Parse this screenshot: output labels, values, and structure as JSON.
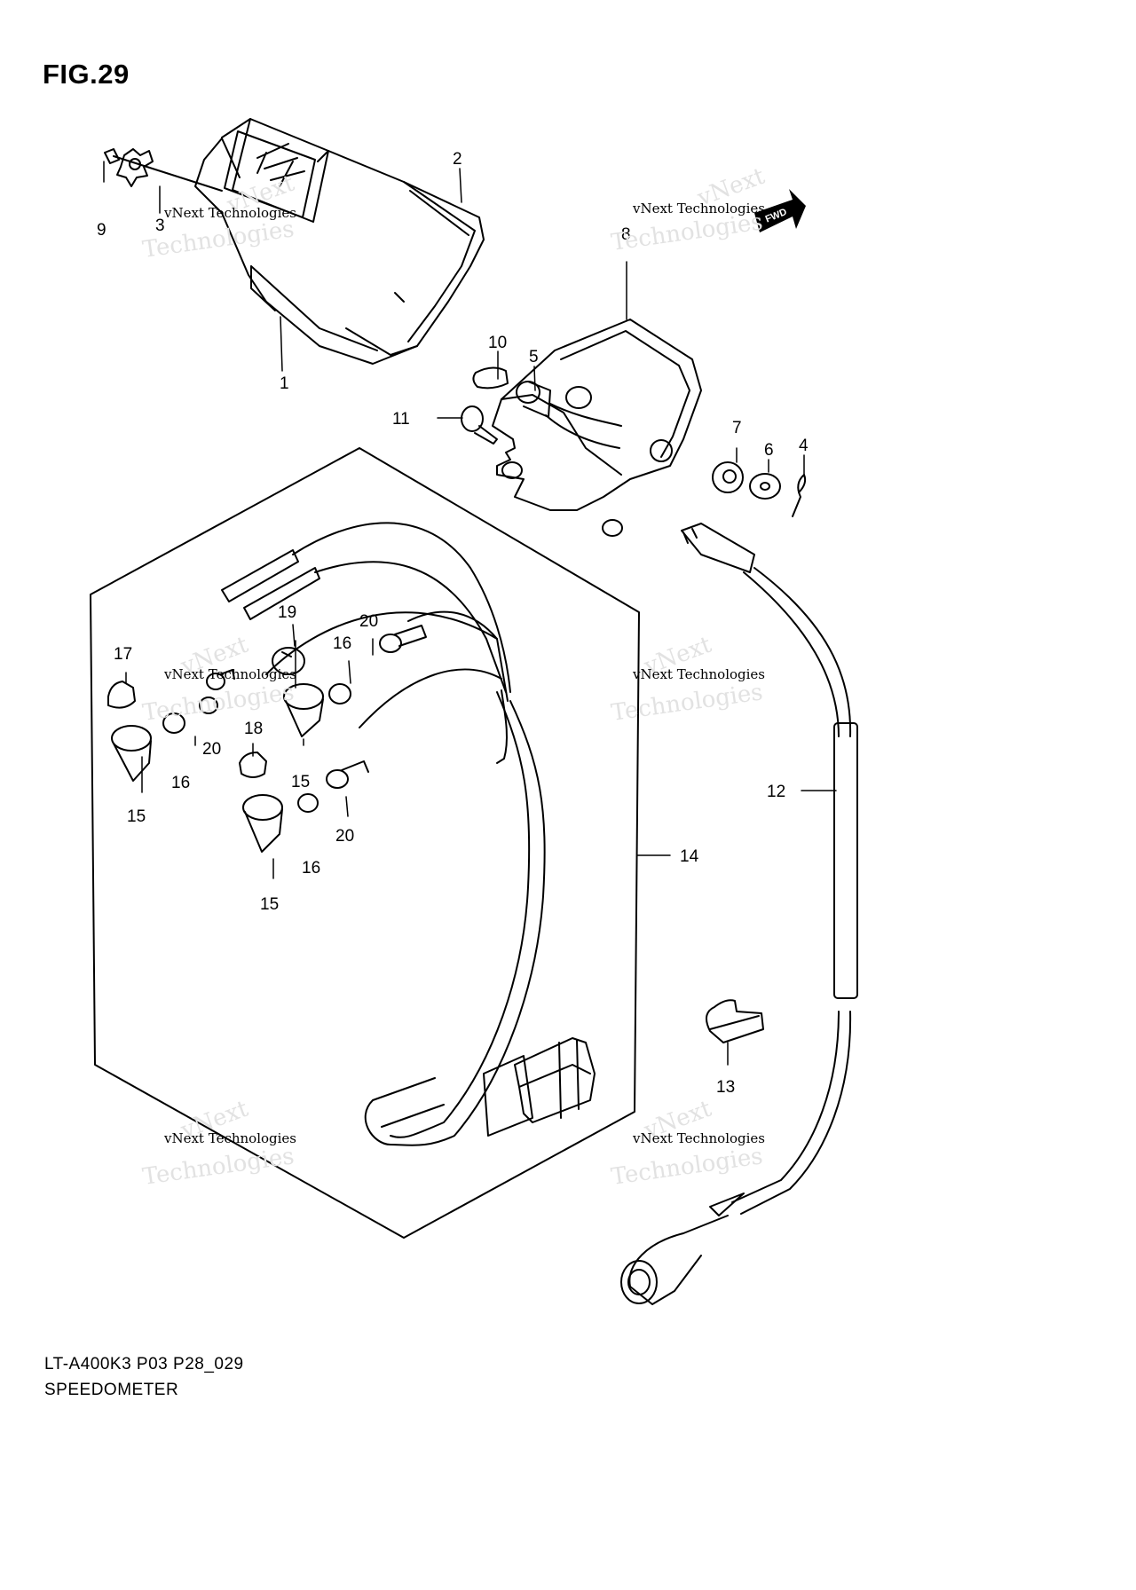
{
  "figure": {
    "title": "FIG.29"
  },
  "callouts": {
    "n1": "1",
    "n2": "2",
    "n3": "3",
    "n4": "4",
    "n5": "5",
    "n6": "6",
    "n7": "7",
    "n8": "8",
    "n9": "9",
    "n10": "10",
    "n11": "11",
    "n12": "12",
    "n13": "13",
    "n14": "14",
    "n15a": "15",
    "n15b": "15",
    "n15c": "15",
    "n16a": "16",
    "n16b": "16",
    "n16c": "16",
    "n17": "17",
    "n18": "18",
    "n19": "19",
    "n20a": "20",
    "n20b": "20",
    "n20c": "20"
  },
  "watermark": {
    "line1": "vNext Technologies",
    "line2": "vNext",
    "line3": "Technologies"
  },
  "fwd_label": "FWD",
  "caption": {
    "code": "LT-A400K3 P03 P28_029",
    "name": "SPEEDOMETER"
  }
}
